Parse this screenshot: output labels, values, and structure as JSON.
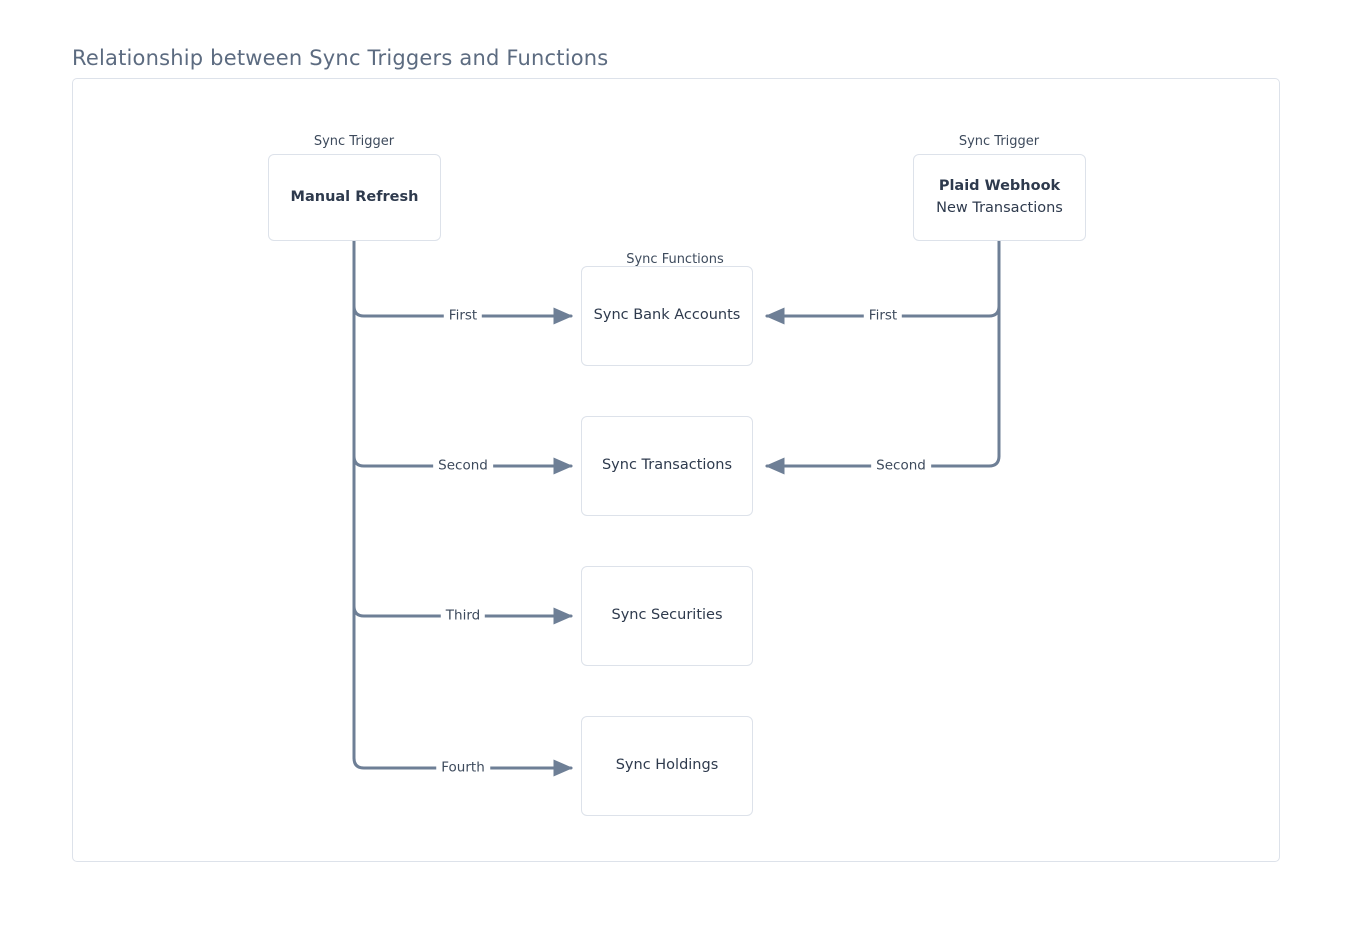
{
  "page": {
    "title": "Relationship between Sync Triggers and Functions"
  },
  "diagram": {
    "type": "flowchart",
    "group_labels": {
      "left_trigger": "Sync Trigger",
      "right_trigger": "Sync Trigger",
      "functions": "Sync Functions"
    },
    "nodes": {
      "manual_refresh": {
        "title": "Manual Refresh",
        "subtitle": ""
      },
      "plaid_webhook": {
        "title": "Plaid Webhook",
        "subtitle": "New Transactions"
      },
      "sync_bank_accounts": {
        "title": "Sync Bank Accounts"
      },
      "sync_transactions": {
        "title": "Sync Transactions"
      },
      "sync_securities": {
        "title": "Sync Securities"
      },
      "sync_holdings": {
        "title": "Sync Holdings"
      }
    },
    "edges": {
      "manual_to_bank_accounts": "First",
      "manual_to_transactions": "Second",
      "manual_to_securities": "Third",
      "manual_to_holdings": "Fourth",
      "plaid_to_bank_accounts": "First",
      "plaid_to_transactions": "Second"
    },
    "colors": {
      "edge": "#6e7f96",
      "node_border": "#dde2ea",
      "node_text": "#2e3a4d",
      "title_text": "#5c6b80",
      "canvas_border": "#dde2ea",
      "background": "#ffffff"
    }
  }
}
